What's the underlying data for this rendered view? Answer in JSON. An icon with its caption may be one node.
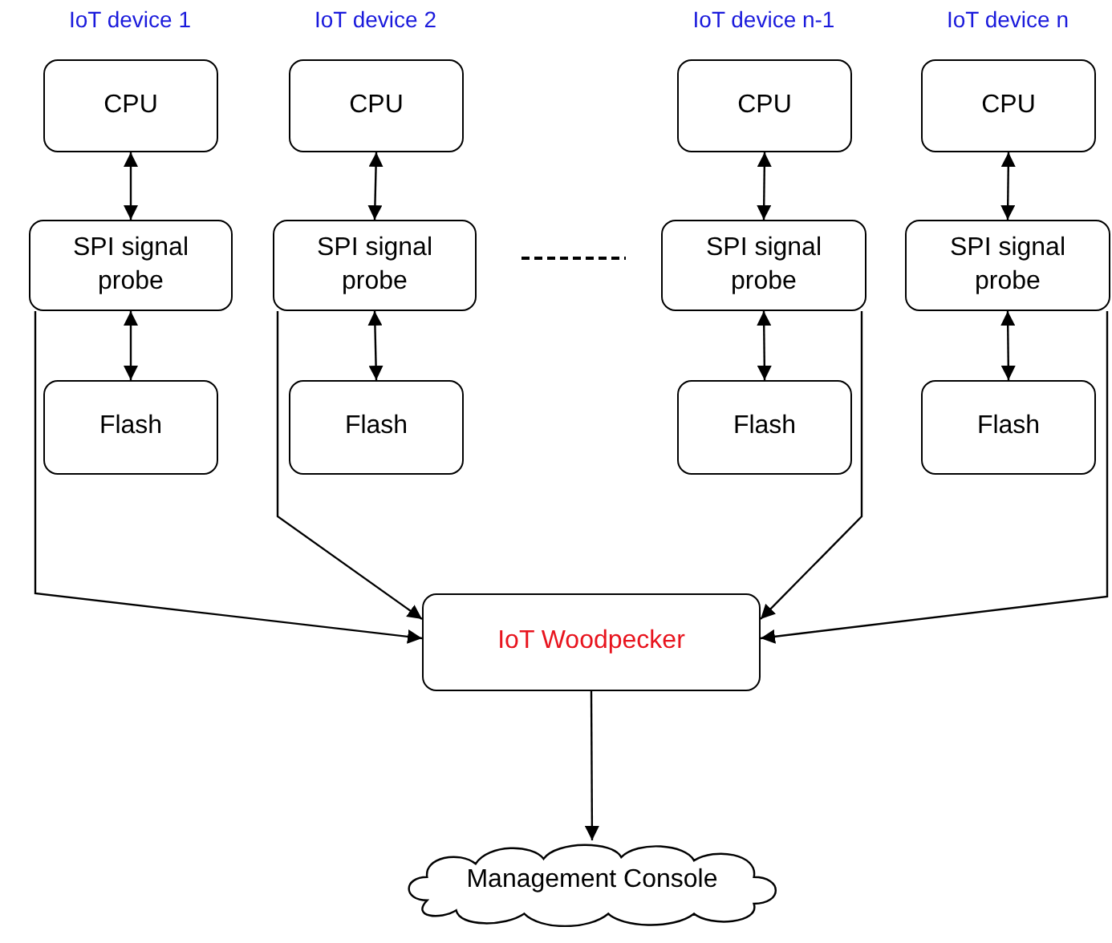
{
  "diagram": {
    "nodes": [
      {
        "text": [
          "CPU"
        ]
      },
      {
        "text": [
          "CPU"
        ]
      },
      {
        "text": [
          "CPU"
        ]
      },
      {
        "text": [
          "CPU"
        ]
      },
      {
        "text": [
          "SPI signal probe"
        ]
      },
      {
        "text": [
          "SPI signal probe"
        ]
      },
      {
        "text": [
          "SPI signal probe"
        ]
      },
      {
        "text": [
          "SPI signal probe"
        ]
      },
      {
        "text": [
          "Flash"
        ]
      },
      {
        "text": [
          "Flash"
        ]
      },
      {
        "text": [
          "Flash"
        ]
      },
      {
        "text": [
          "Flash"
        ]
      },
      {
        "text": [
          "IoT Woodpecker"
        ]
      },
      {
        "text": [
          "Management Console"
        ]
      }
    ],
    "edges": [
      {
        "from": 0,
        "to": 4,
        "arrow": "both"
      },
      {
        "from": 4,
        "to": 8,
        "arrow": "both"
      },
      {
        "from": 1,
        "to": 5,
        "arrow": "both"
      },
      {
        "from": 5,
        "to": 9,
        "arrow": "both"
      },
      {
        "from": 2,
        "to": 6,
        "arrow": "both"
      },
      {
        "from": 6,
        "to": 10,
        "arrow": "both"
      },
      {
        "from": 3,
        "to": 7,
        "arrow": "both"
      },
      {
        "from": 7,
        "to": 11,
        "arrow": "both"
      },
      {
        "from": 4,
        "to": 12,
        "arrow": "to"
      },
      {
        "from": 5,
        "to": 12,
        "arrow": "to"
      },
      {
        "from": 6,
        "to": 12,
        "arrow": "to"
      },
      {
        "from": 7,
        "to": 12,
        "arrow": "to"
      },
      {
        "from": 12,
        "to": 13,
        "arrow": "to"
      }
    ],
    "labels": [
      "IoT device 1",
      "IoT device 2",
      "IoT device n-1",
      "IoT device n"
    ]
  }
}
